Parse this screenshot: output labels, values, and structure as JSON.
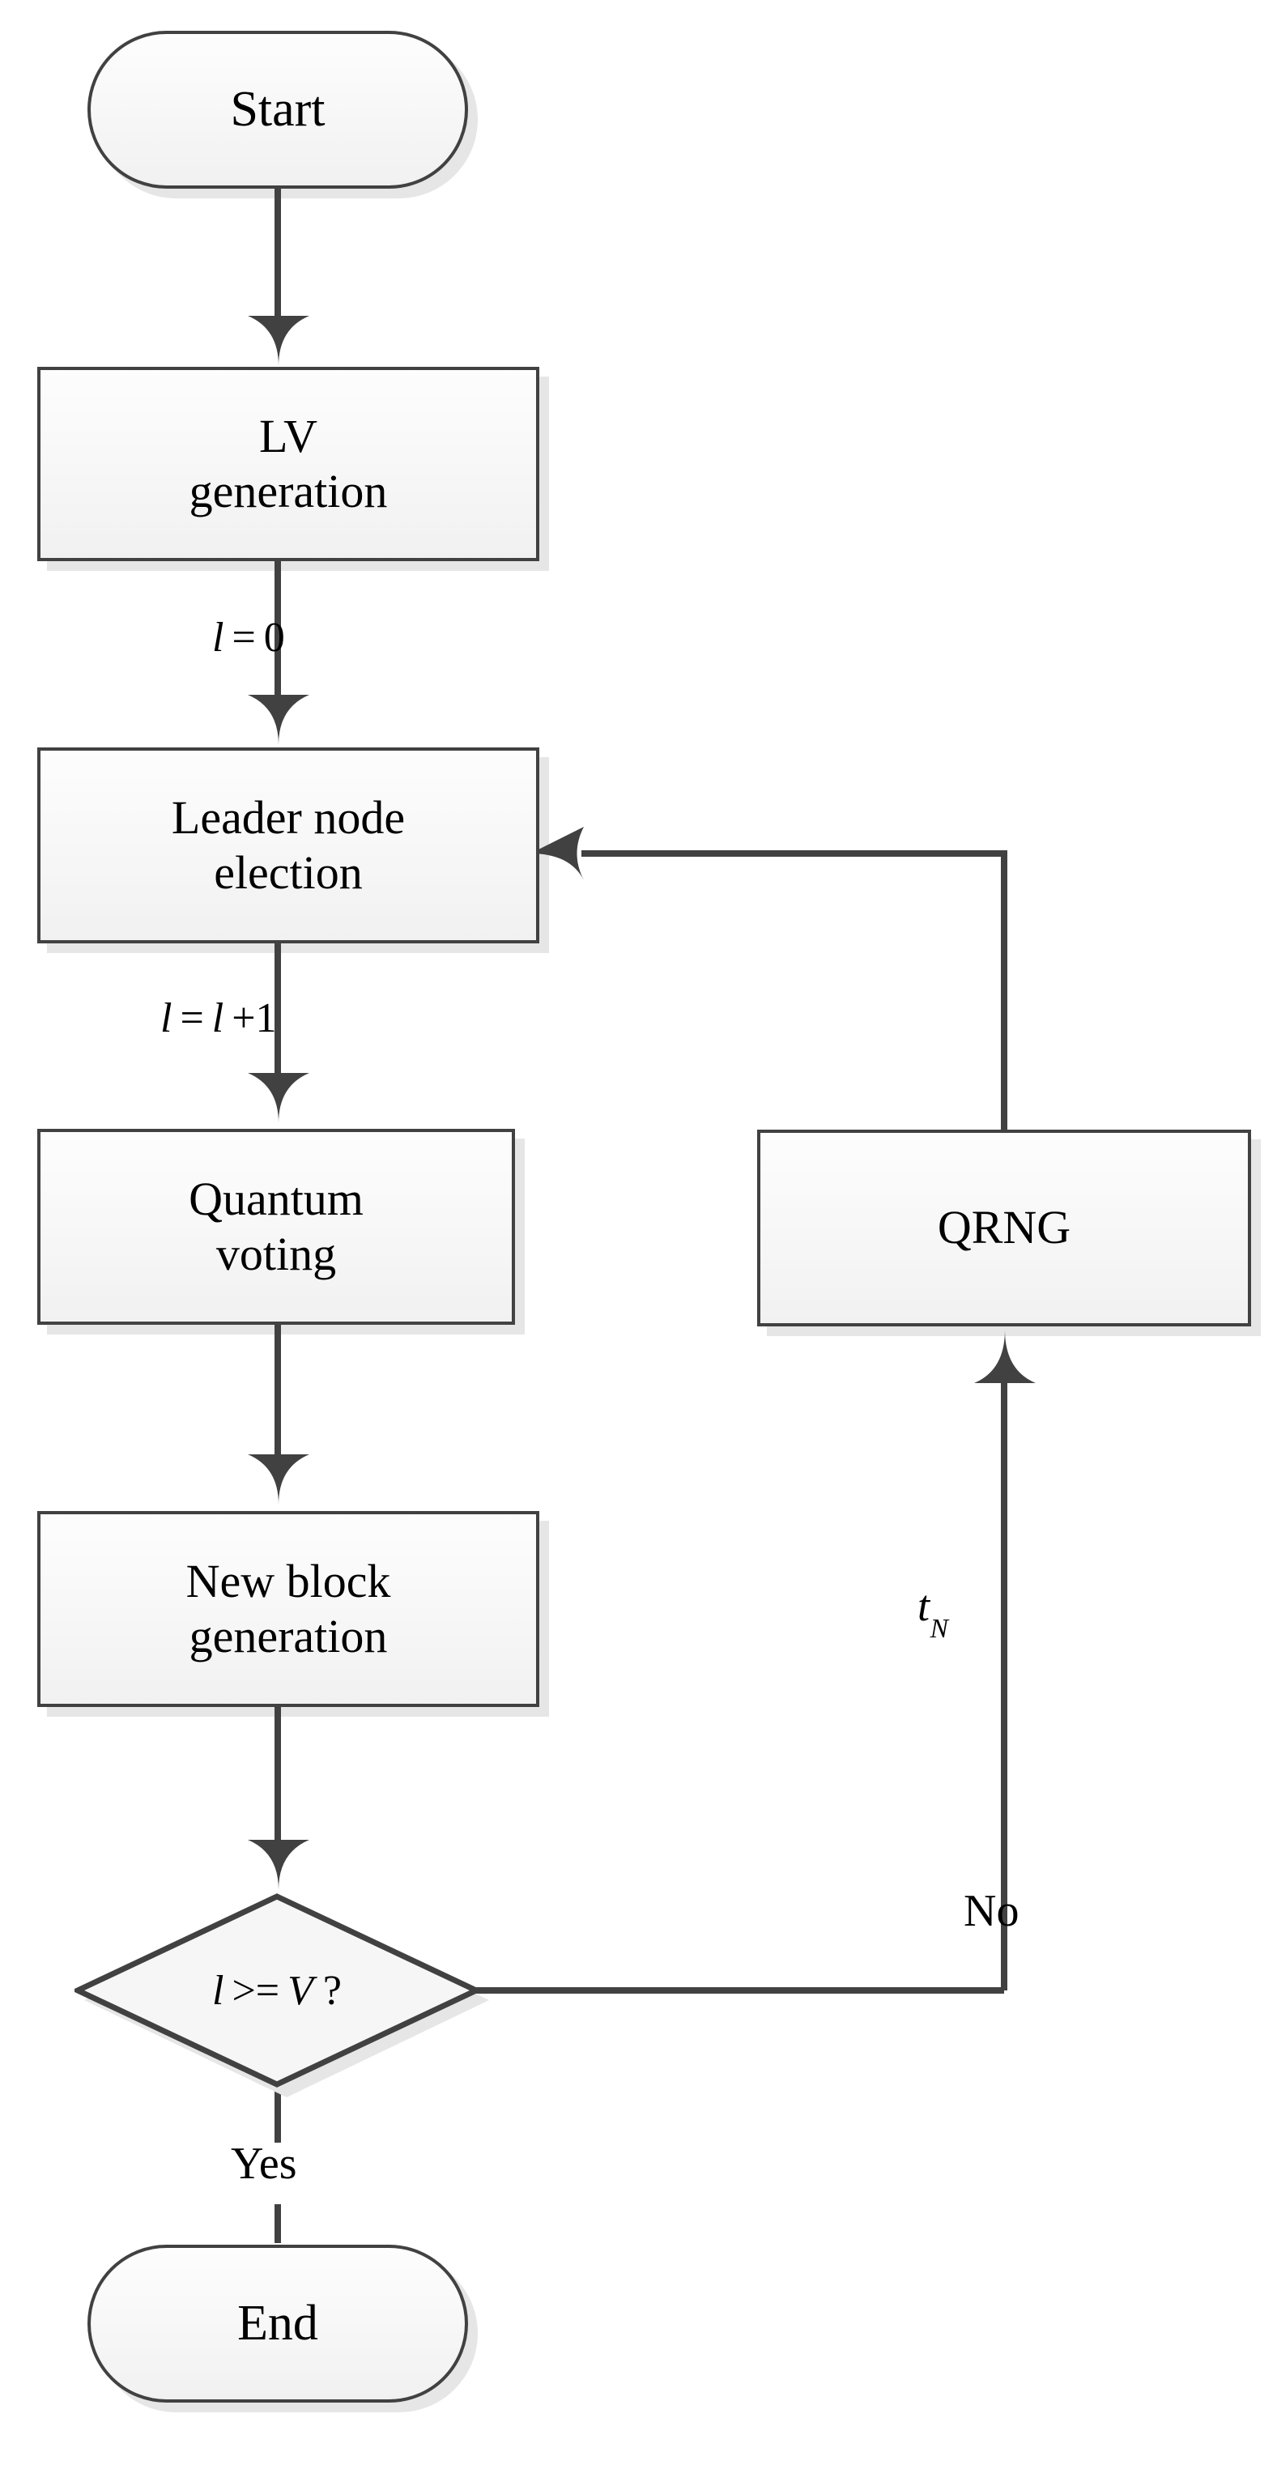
{
  "diagram": {
    "title": "Quantum blockchain consensus flowchart",
    "background_color": "#ffffff",
    "stroke_color": "#414141",
    "fill_top_color": "#fdfdfd",
    "fill_bottom_color": "#f1f1f1",
    "shadow_color": "#e6e6e6",
    "text_color": "#000000"
  },
  "nodes": {
    "start": {
      "label": "Start",
      "shape": "terminal"
    },
    "lv_generation": {
      "label": "LV\ngeneration",
      "shape": "process"
    },
    "leader_election": {
      "label": "Leader node\nelection",
      "shape": "process"
    },
    "quantum_voting": {
      "label": "Quantum\nvoting",
      "shape": "process"
    },
    "qrng": {
      "label": "QRNG",
      "shape": "process"
    },
    "new_block": {
      "label": "New block\ngeneration",
      "shape": "process"
    },
    "decision": {
      "shape": "decision",
      "var_l": "l",
      "operator": ">=",
      "var_v": "V",
      "question": "?"
    },
    "end": {
      "label": "End",
      "shape": "terminal"
    }
  },
  "edge_labels": {
    "init_counter": {
      "var": "l",
      "eq": "=",
      "value": "0"
    },
    "increment_counter": {
      "var": "l",
      "eq": "=",
      "var2": "l",
      "plus": "+1"
    },
    "timeout": {
      "var": "t",
      "subscript": "N"
    },
    "branch_no": "No",
    "branch_yes": "Yes"
  },
  "edges": [
    {
      "from": "start",
      "to": "lv_generation",
      "label": ""
    },
    {
      "from": "lv_generation",
      "to": "leader_election",
      "label": "l = 0"
    },
    {
      "from": "leader_election",
      "to": "quantum_voting",
      "label": "l = l +1"
    },
    {
      "from": "quantum_voting",
      "to": "new_block",
      "label": ""
    },
    {
      "from": "new_block",
      "to": "decision",
      "label": ""
    },
    {
      "from": "decision",
      "to": "qrng",
      "label": "No / tN"
    },
    {
      "from": "qrng",
      "to": "leader_election",
      "label": ""
    },
    {
      "from": "decision",
      "to": "end",
      "label": "Yes"
    }
  ]
}
